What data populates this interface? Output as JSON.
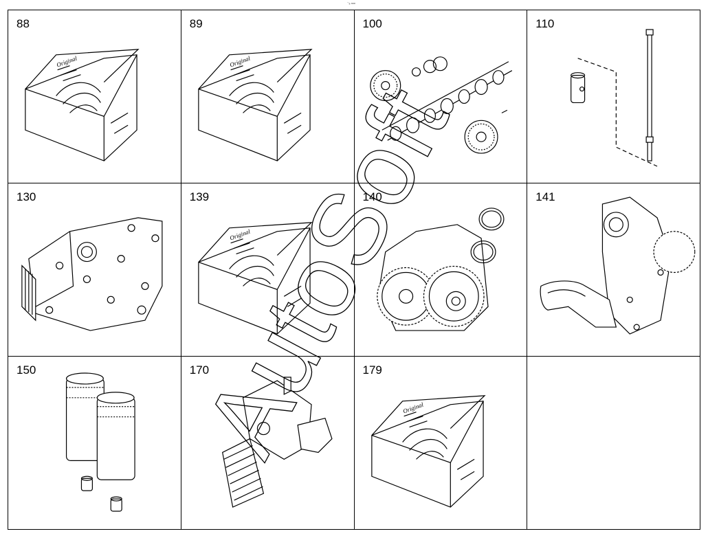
{
  "header": {
    "mark": "⁻ₑ ₘₘ"
  },
  "catalog": {
    "cells": [
      {
        "number": "88",
        "part": "kit-box"
      },
      {
        "number": "89",
        "part": "kit-box"
      },
      {
        "number": "100",
        "part": "camshaft"
      },
      {
        "number": "110",
        "part": "pushrod"
      },
      {
        "number": "130",
        "part": "oil-cooler-housing"
      },
      {
        "number": "139",
        "part": "kit-box"
      },
      {
        "number": "140",
        "part": "oil-pump"
      },
      {
        "number": "141",
        "part": "oil-pump-pickup"
      },
      {
        "number": "150",
        "part": "oil-filters"
      },
      {
        "number": "170",
        "part": "unit-injector"
      },
      {
        "number": "179",
        "part": "kit-box"
      },
      {
        "number": "",
        "part": "empty"
      }
    ]
  },
  "watermark": {
    "text": "AutoSoft"
  }
}
